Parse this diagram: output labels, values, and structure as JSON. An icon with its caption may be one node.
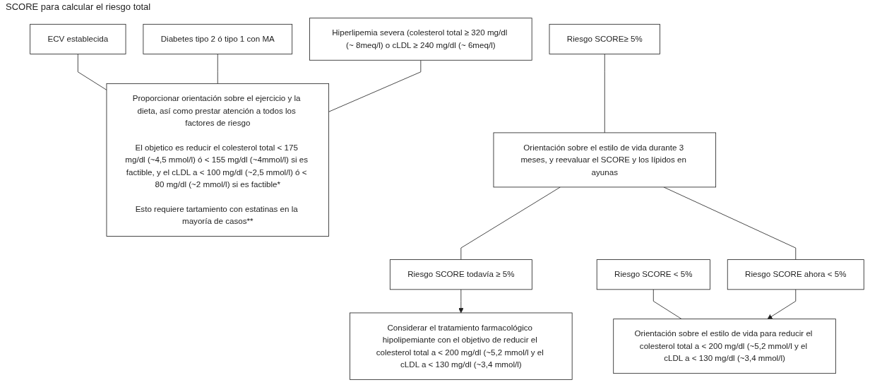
{
  "diagram": {
    "nodes": [
      {
        "text": [
          "ECV establecida"
        ]
      },
      {
        "text": [
          "Diabetes tipo 2 ó tipo 1 con MA"
        ]
      },
      {
        "text": [
          "Hiperlipemia severa (colesterol total ≥ 320 mg/dl (~ 8meq/l) o cLDL ≥ 240 mg/dl (~ 6meq/l)"
        ]
      },
      {
        "text": [
          "Proporcionar orientación sobre el ejercicio y la dieta, así como prestar atención a todos los factores de riesgo",
          "El objetico es reducir el colesterol total < 175 mg/dl (~4,5 mmol/l) ó < 155 mg/dl (~4mmol/l) si es factible, y el cLDL a < 100 mg/dl (~2,5 mmol/l) ó < 80 mg/dl (~2 mmol/l) si es factible*",
          "Esto requiere tartamiento con estatinas en la mayoría de casos**"
        ]
      },
      {
        "text": [
          "Riesgo SCORE≥ 5%"
        ]
      },
      {
        "text": [
          "Orientación sobre el estilo de vida durante 3 meses, y reevaluar el SCORE y los lípidos en ayunas"
        ]
      },
      {
        "text": [
          "Riesgo SCORE todavía ≥ 5%"
        ]
      },
      {
        "text": [
          "Riesgo SCORE ahora < 5%"
        ]
      },
      {
        "text": [
          "Riesgo SCORE < 5%"
        ]
      },
      {
        "text": [
          "Orientación sobre el estilo de vida para reducir el colesterol total a < 200 mg/dl (~5,2 mmol/l y el cLDL a < 130 mg/dl (~3,4 mmol/l)"
        ]
      },
      {
        "text": [
          "Considerar el tratamiento farmacológico hipolipemiante con el objetivo de reducir el colesterol total a < 200 mg/dl (~5,2 mmol/l y el cLDL a < 130 mg/dl (~3,4 mmol/l)"
        ]
      }
    ],
    "edges": [
      {
        "from": 0,
        "to": 3,
        "arrow": "none"
      },
      {
        "from": 1,
        "to": 3,
        "arrow": "none"
      },
      {
        "from": 2,
        "to": 3,
        "arrow": "none"
      },
      {
        "from": 4,
        "to": 5,
        "arrow": "none"
      },
      {
        "from": 5,
        "to": 6,
        "arrow": "none"
      },
      {
        "from": 5,
        "to": 7,
        "arrow": "none"
      },
      {
        "from": 8,
        "to": 9,
        "arrow": "none"
      },
      {
        "from": 7,
        "to": 9,
        "arrow": "to"
      },
      {
        "from": 6,
        "to": 10,
        "arrow": "to"
      }
    ],
    "labels": [
      "SCORE para calcular el riesgo total"
    ]
  }
}
